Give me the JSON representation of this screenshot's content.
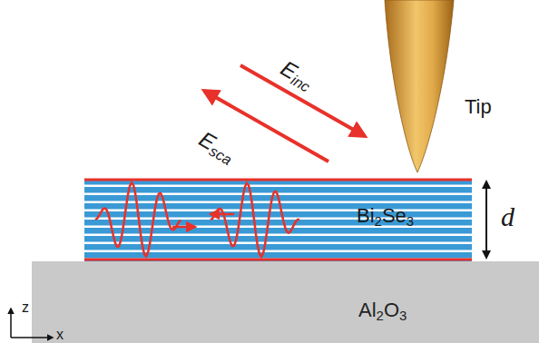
{
  "diagram": {
    "nodes": [
      {
        "text": [
          "Tip"
        ]
      },
      {
        "text": [
          "Bi2Se3"
        ]
      },
      {
        "text": [
          "Al2O3"
        ]
      }
    ],
    "labels": [
      "Einc",
      "Esca",
      "d",
      "z",
      "x"
    ]
  }
}
